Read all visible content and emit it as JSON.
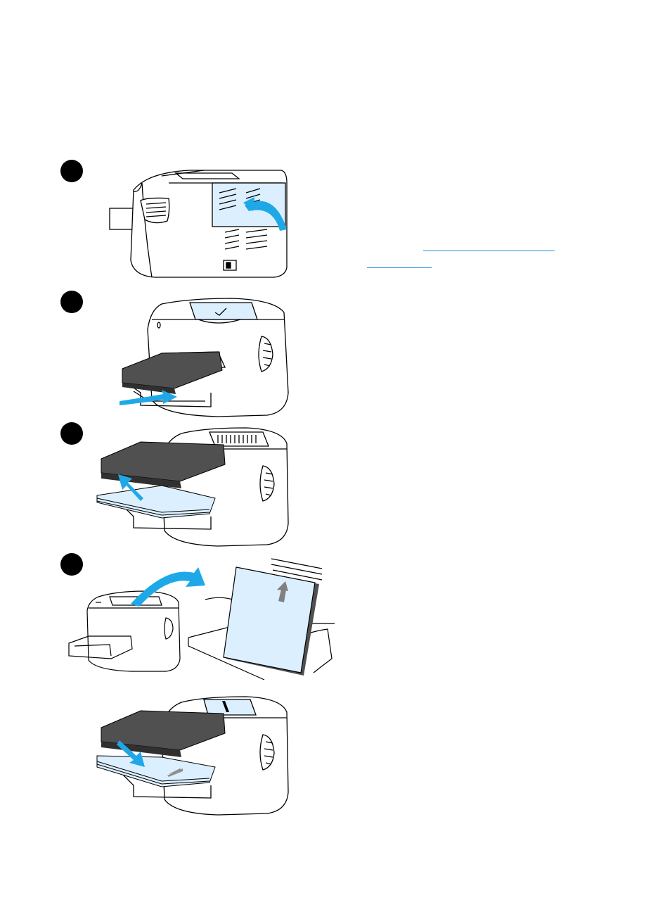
{
  "page": {
    "description_links": [
      {
        "id": "cross-reference-link-part1",
        "text": ""
      },
      {
        "id": "cross-reference-link-part2",
        "text": ""
      }
    ]
  },
  "colors": {
    "accent_blue": "#1fa8e8",
    "panel_light_blue": "#dcefff",
    "line": "#000000",
    "tray_gray": "#505050",
    "link_blue": "#1f8fe0"
  },
  "steps": [
    {
      "marker": "step-1",
      "illustration": "printer-rear-door-open"
    },
    {
      "marker": "step-2",
      "illustration": "printer-remove-tray-cover"
    },
    {
      "marker": "step-3",
      "illustration": "printer-lift-paper-stack"
    },
    {
      "marker": "step-4",
      "illustration": "rotate-paper-stack"
    },
    {
      "marker": "",
      "illustration": "printer-reinsert-paper"
    }
  ]
}
